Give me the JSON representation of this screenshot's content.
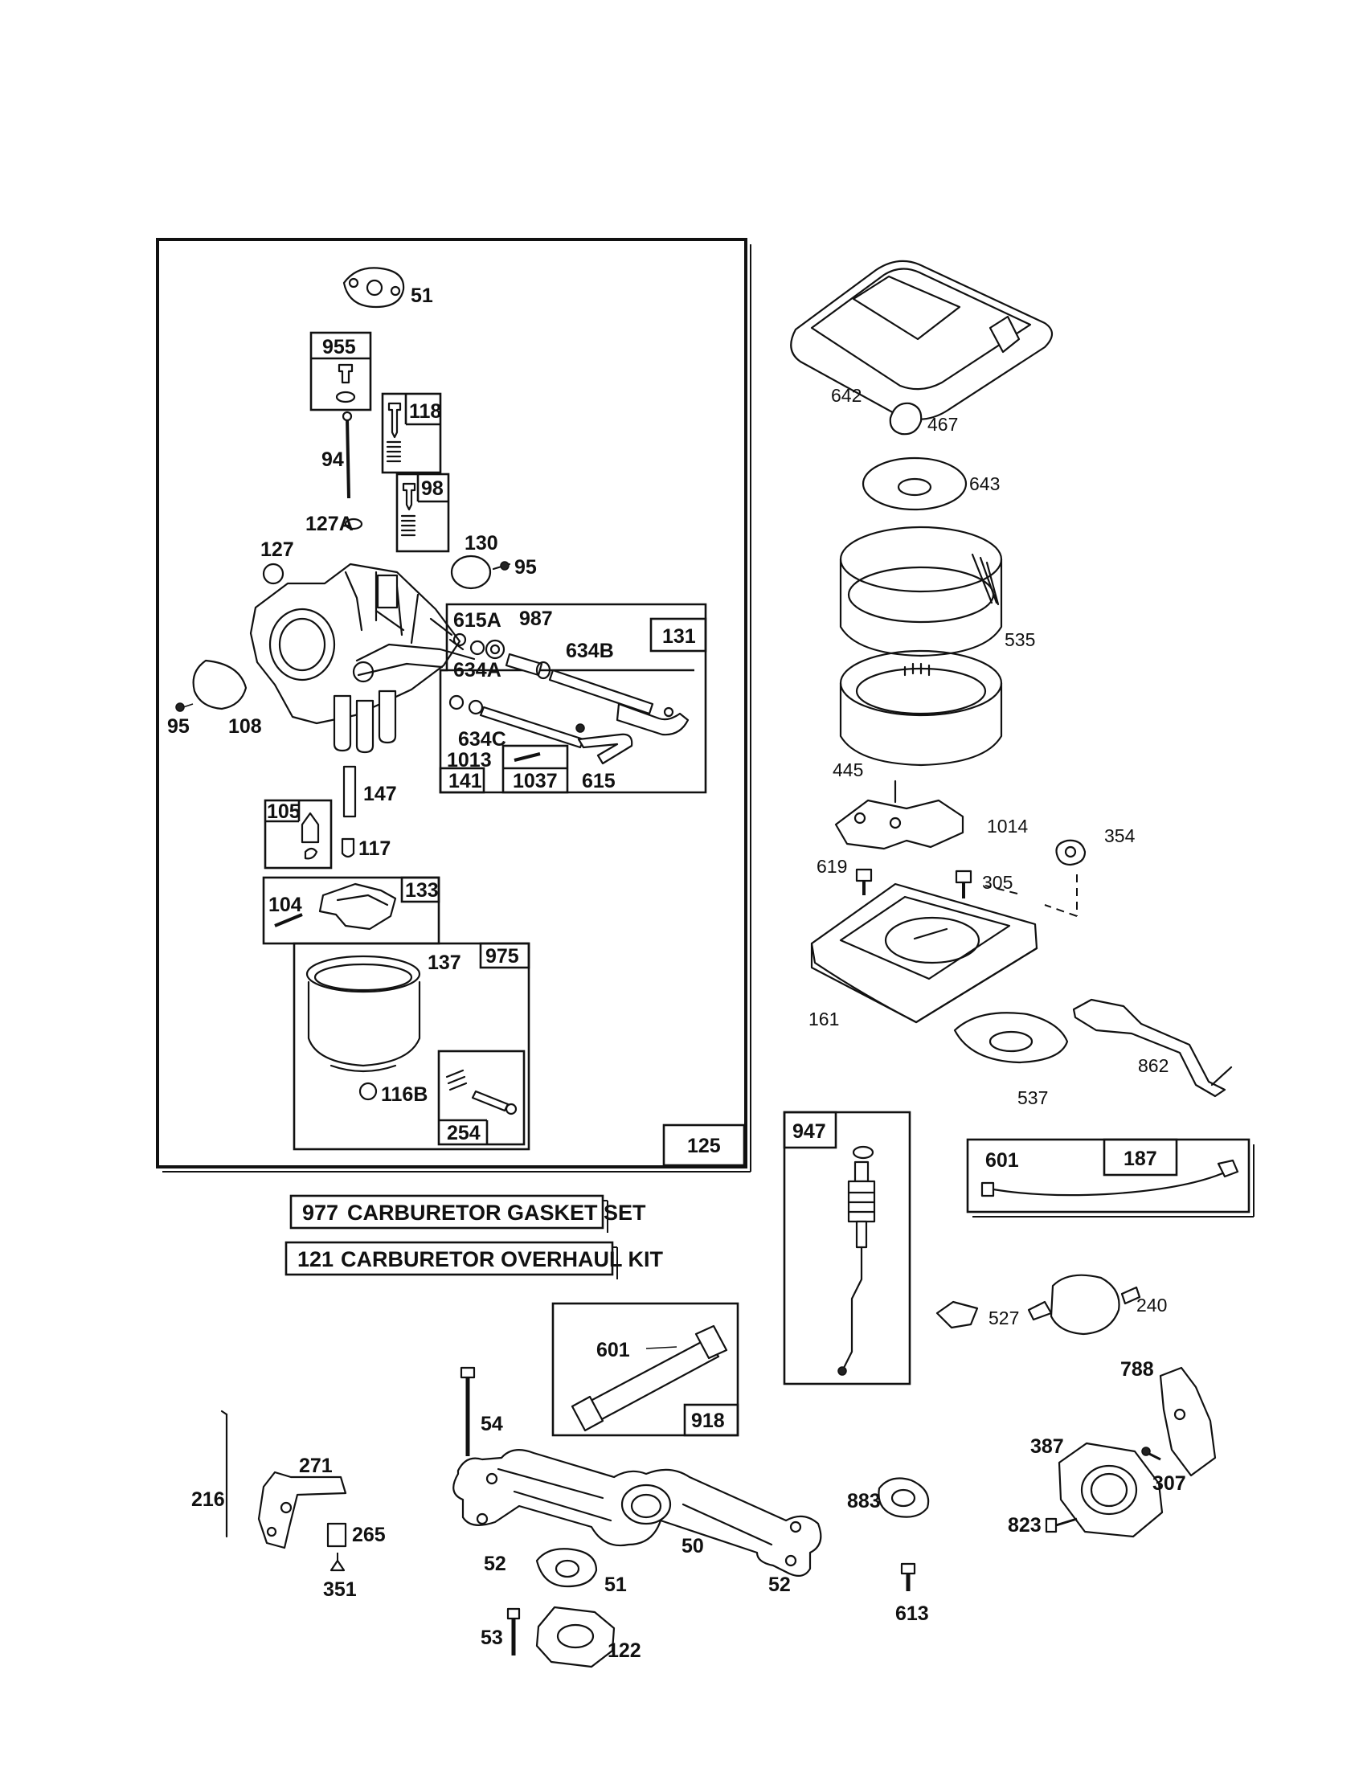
{
  "labels": {
    "p51_top": "51",
    "p955": "955",
    "p118": "118",
    "p94": "94",
    "p98": "98",
    "p127A": "127A",
    "p127": "127",
    "p130": "130",
    "p95_r": "95",
    "p615A": "615A",
    "p987": "987",
    "p131": "131",
    "p634B": "634B",
    "p634A": "634A",
    "p95_l": "95",
    "p108": "108",
    "p634C": "634C",
    "p1013": "1013",
    "p141": "141",
    "p1037": "1037",
    "p615": "615",
    "p147": "147",
    "p105": "105",
    "p117": "117",
    "p104": "104",
    "p133": "133",
    "p137": "137",
    "p975": "975",
    "p116B": "116B",
    "p254": "254",
    "p125": "125",
    "p642": "642",
    "p467": "467",
    "p643": "643",
    "p535": "535",
    "p445": "445",
    "p1014": "1014",
    "p354": "354",
    "p619": "619",
    "p305": "305",
    "p161": "161",
    "p537": "537",
    "p862": "862",
    "p947": "947",
    "p601_r": "601",
    "p187": "187",
    "p527": "527",
    "p240": "240",
    "p601_k": "601",
    "p918": "918",
    "p54": "54",
    "p216": "216",
    "p271": "271",
    "p265": "265",
    "p351": "351",
    "p52_l": "52",
    "p50": "50",
    "p51_b": "51",
    "p52_r": "52",
    "p53": "53",
    "p122": "122",
    "p883": "883",
    "p613": "613",
    "p788": "788",
    "p387": "387",
    "p307": "307",
    "p823": "823"
  },
  "kits": {
    "gasket_set": {
      "number": "977",
      "name": "CARBURETOR GASKET SET"
    },
    "overhaul_kit": {
      "number": "121",
      "name": "CARBURETOR OVERHAUL KIT"
    }
  }
}
